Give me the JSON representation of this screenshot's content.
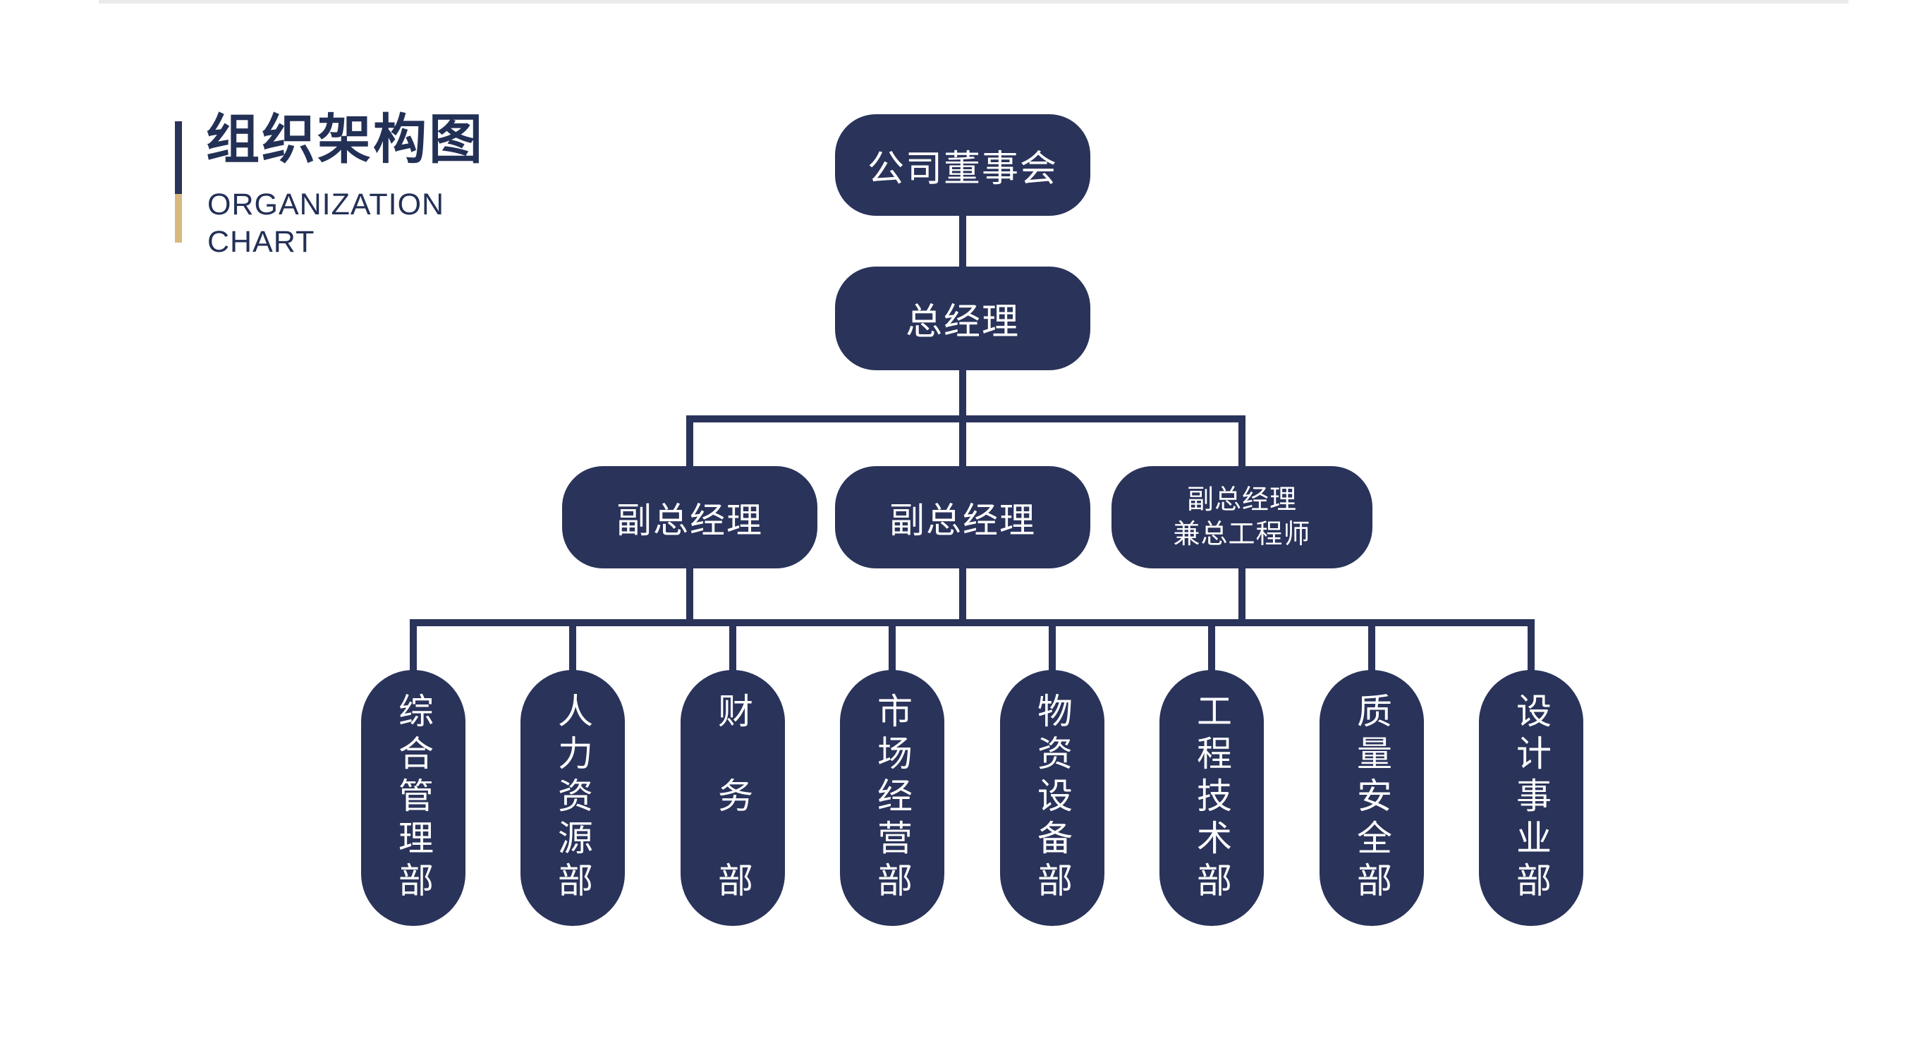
{
  "slide": {
    "title": "组织架构图",
    "subtitle": [
      "ORGANIZATION",
      "CHART"
    ],
    "colors": {
      "node_navy": "#2A335A",
      "title_navy": "#233056",
      "accent_gold": "#D9B87E",
      "node_text": "#FFFFFF",
      "background": "#FFFFFF"
    }
  },
  "org_chart": {
    "board": {
      "label": "公司董事会"
    },
    "general_manager": {
      "label": "总经理"
    },
    "deputies": [
      {
        "label": "副总经理"
      },
      {
        "label": "副总经理"
      },
      {
        "label_line1": "副总经理",
        "label_line2": "兼总工程师"
      }
    ],
    "departments": [
      {
        "label": "综合管理部"
      },
      {
        "label": "人力资源部"
      },
      {
        "label": "财　务　部"
      },
      {
        "label": "市场经营部"
      },
      {
        "label": "物资设备部"
      },
      {
        "label": "工程技术部"
      },
      {
        "label": "质量安全部"
      },
      {
        "label": "设计事业部"
      }
    ]
  }
}
